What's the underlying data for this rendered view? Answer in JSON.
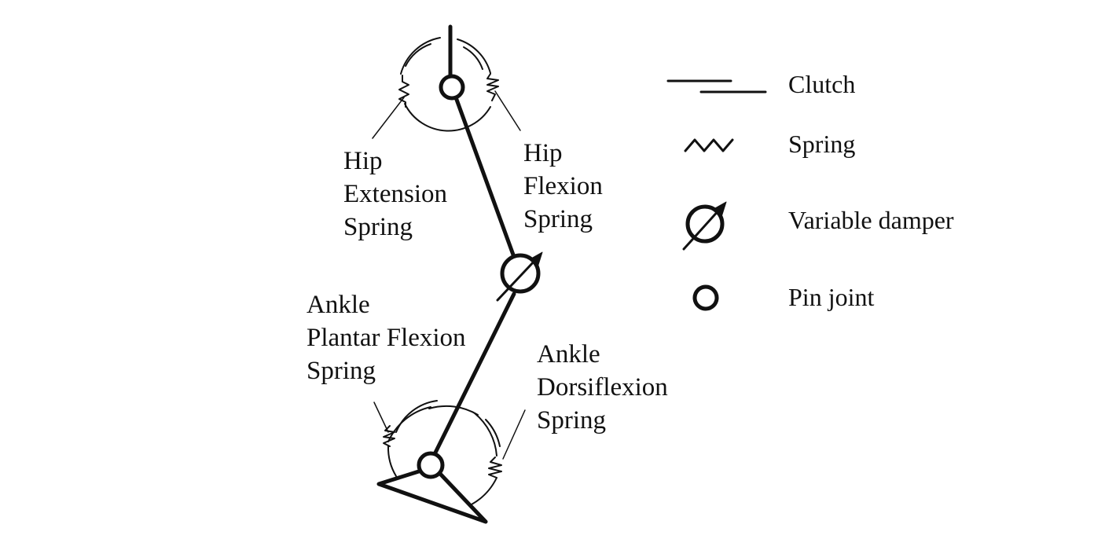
{
  "labels": {
    "hip_extension": [
      "Hip",
      "Extension",
      "Spring"
    ],
    "hip_flexion": [
      "Hip",
      "Flexion",
      "Spring"
    ],
    "ankle_plantar": [
      "Ankle",
      "Plantar Flexion",
      "Spring"
    ],
    "ankle_dorsi": [
      "Ankle",
      "Dorsiflexion",
      "Spring"
    ]
  },
  "legend": {
    "clutch": "Clutch",
    "spring": "Spring",
    "variable_damper": "Variable damper",
    "pin_joint": "Pin joint"
  },
  "colors": {
    "ink": "#111111",
    "background": "#ffffff"
  }
}
